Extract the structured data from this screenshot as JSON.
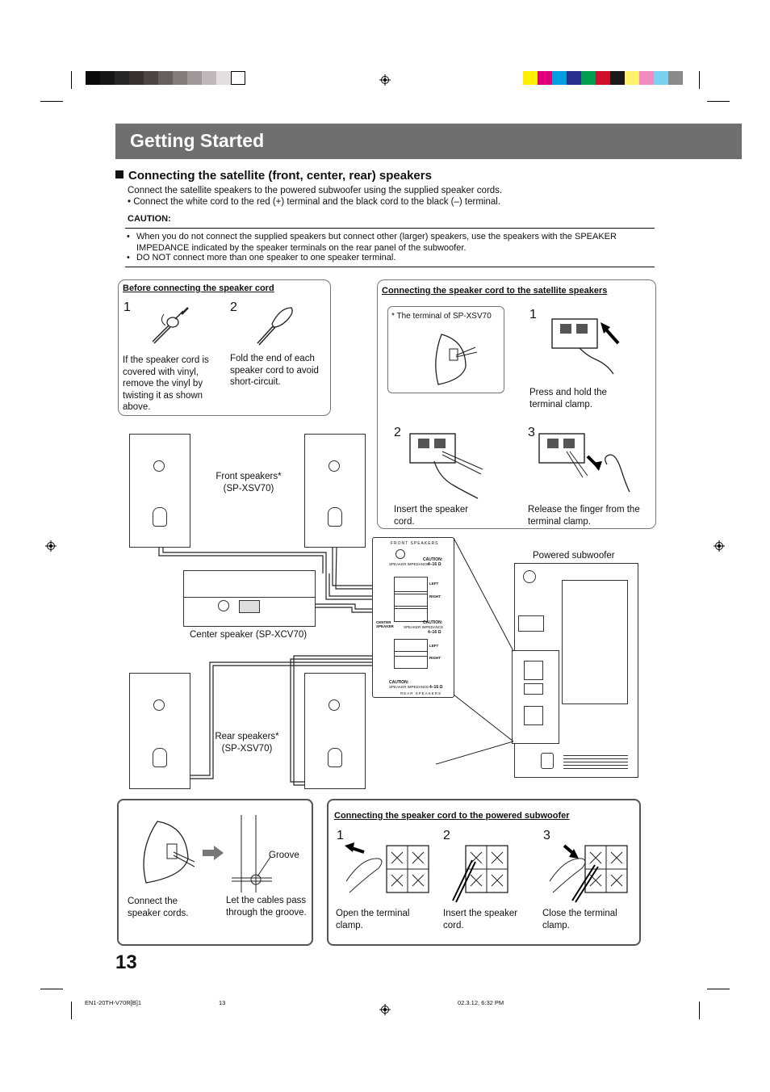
{
  "header": {
    "title": "Getting Started"
  },
  "color_bars": {
    "left": [
      "#0a0a0a",
      "#161616",
      "#262626",
      "#3a2f2f",
      "#4f4444",
      "#6a5f5f",
      "#857b7b",
      "#a09898",
      "#c0b8b8",
      "#e4dede",
      "#ffffff"
    ],
    "right": [
      "#ffef00",
      "#e0007a",
      "#00a0e0",
      "#2a2f8f",
      "#00a050",
      "#d0102a",
      "#1a1a1a",
      "#fff26a",
      "#f08cc0",
      "#7ad0f0",
      "#8a8a8a"
    ]
  },
  "section": {
    "title": "Connecting the satellite (front, center, rear) speakers",
    "intro": "Connect the satellite speakers to the powered subwoofer using the supplied speaker cords.",
    "bullet": "• Connect the white cord to the red (+) terminal and the black cord to the black (–) terminal.",
    "caution_label": "CAUTION:",
    "caution_items": [
      "When you do not connect the supplied speakers but connect other (larger) speakers, use the speakers with the SPEAKER IMPEDANCE indicated by the speaker terminals on the rear panel of the subwoofer.",
      "DO NOT connect more than one speaker to one speaker terminal."
    ]
  },
  "before_box": {
    "heading": "Before connecting the speaker cord",
    "step1_num": "1",
    "step1_text": "If the speaker cord is covered with vinyl, remove the vinyl by twisting it as shown above.",
    "step2_num": "2",
    "step2_text": "Fold the end of each speaker cord to avoid short-circuit."
  },
  "satellite_box": {
    "heading": "Connecting the speaker cord to the satellite speakers",
    "inset_label": "* The terminal of SP-XSV70",
    "step1_num": "1",
    "step1_text": "Press and hold the terminal clamp.",
    "step2_num": "2",
    "step2_text": "Insert the speaker cord.",
    "step3_num": "3",
    "step3_text": "Release the finger from the terminal clamp."
  },
  "diagram": {
    "front_label": "Front speakers*\n(SP-XSV70)",
    "center_label": "Center speaker (SP-XCV70)",
    "rear_label": "Rear speakers*\n(SP-XSV70)",
    "subwoofer_label": "Powered subwoofer",
    "panel": {
      "front_speakers": "FRONT SPEAKERS",
      "caution": "CAUTION:",
      "impedance": "SPEAKER IMPEDANCE",
      "ohms": "4–16 Ω",
      "left": "LEFT",
      "right": "RIGHT",
      "center_speaker": "CENTER\nSPEAKER",
      "rear_speakers": "REAR SPEAKERS"
    }
  },
  "groove_box": {
    "step1_text": "Connect the speaker cords.",
    "groove_label": "Groove",
    "step2_text": "Let the cables pass through the groove."
  },
  "subwoofer_box": {
    "heading": "Connecting the speaker cord to the powered subwoofer",
    "step1_num": "1",
    "step1_text": "Open the terminal clamp.",
    "step2_num": "2",
    "step2_text": "Insert the speaker cord.",
    "step3_num": "3",
    "step3_text": "Close the terminal clamp."
  },
  "footer": {
    "page_number": "13",
    "file": "EN1-20TH-V70R[B]1",
    "sheet": "13",
    "timestamp": "02.3.12, 6:32 PM"
  }
}
